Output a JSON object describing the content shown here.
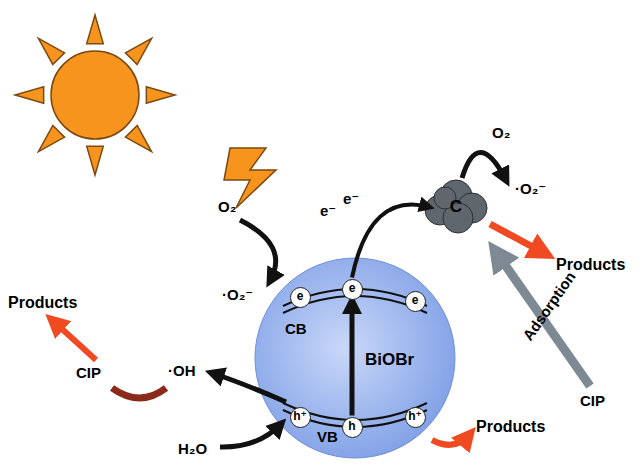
{
  "diagram": {
    "nodes": [
      {
        "text": [
          "CB",
          "BiOBr",
          "VB"
        ]
      },
      {
        "text": [
          "e"
        ],
        "in": 0
      },
      {
        "text": [
          "e"
        ],
        "in": 0
      },
      {
        "text": [
          "e"
        ],
        "in": 0
      },
      {
        "text": [
          "h⁺"
        ],
        "in": 0
      },
      {
        "text": [
          "h"
        ],
        "in": 0
      },
      {
        "text": [
          "h⁺"
        ],
        "in": 0
      },
      {
        "text": [
          "C"
        ]
      }
    ],
    "edges": [
      {
        "from": 5,
        "to": 2,
        "arrow": "to"
      },
      {
        "from": 2,
        "to": 7,
        "arrow": "to"
      }
    ],
    "labels": [
      "O₂",
      "·O₂⁻",
      "Products",
      "CIP",
      "·OH",
      "H₂O",
      "e⁻",
      "e⁻",
      "O₂",
      "·O₂⁻",
      "Products",
      "Adsorption",
      "CIP",
      "Products"
    ]
  }
}
